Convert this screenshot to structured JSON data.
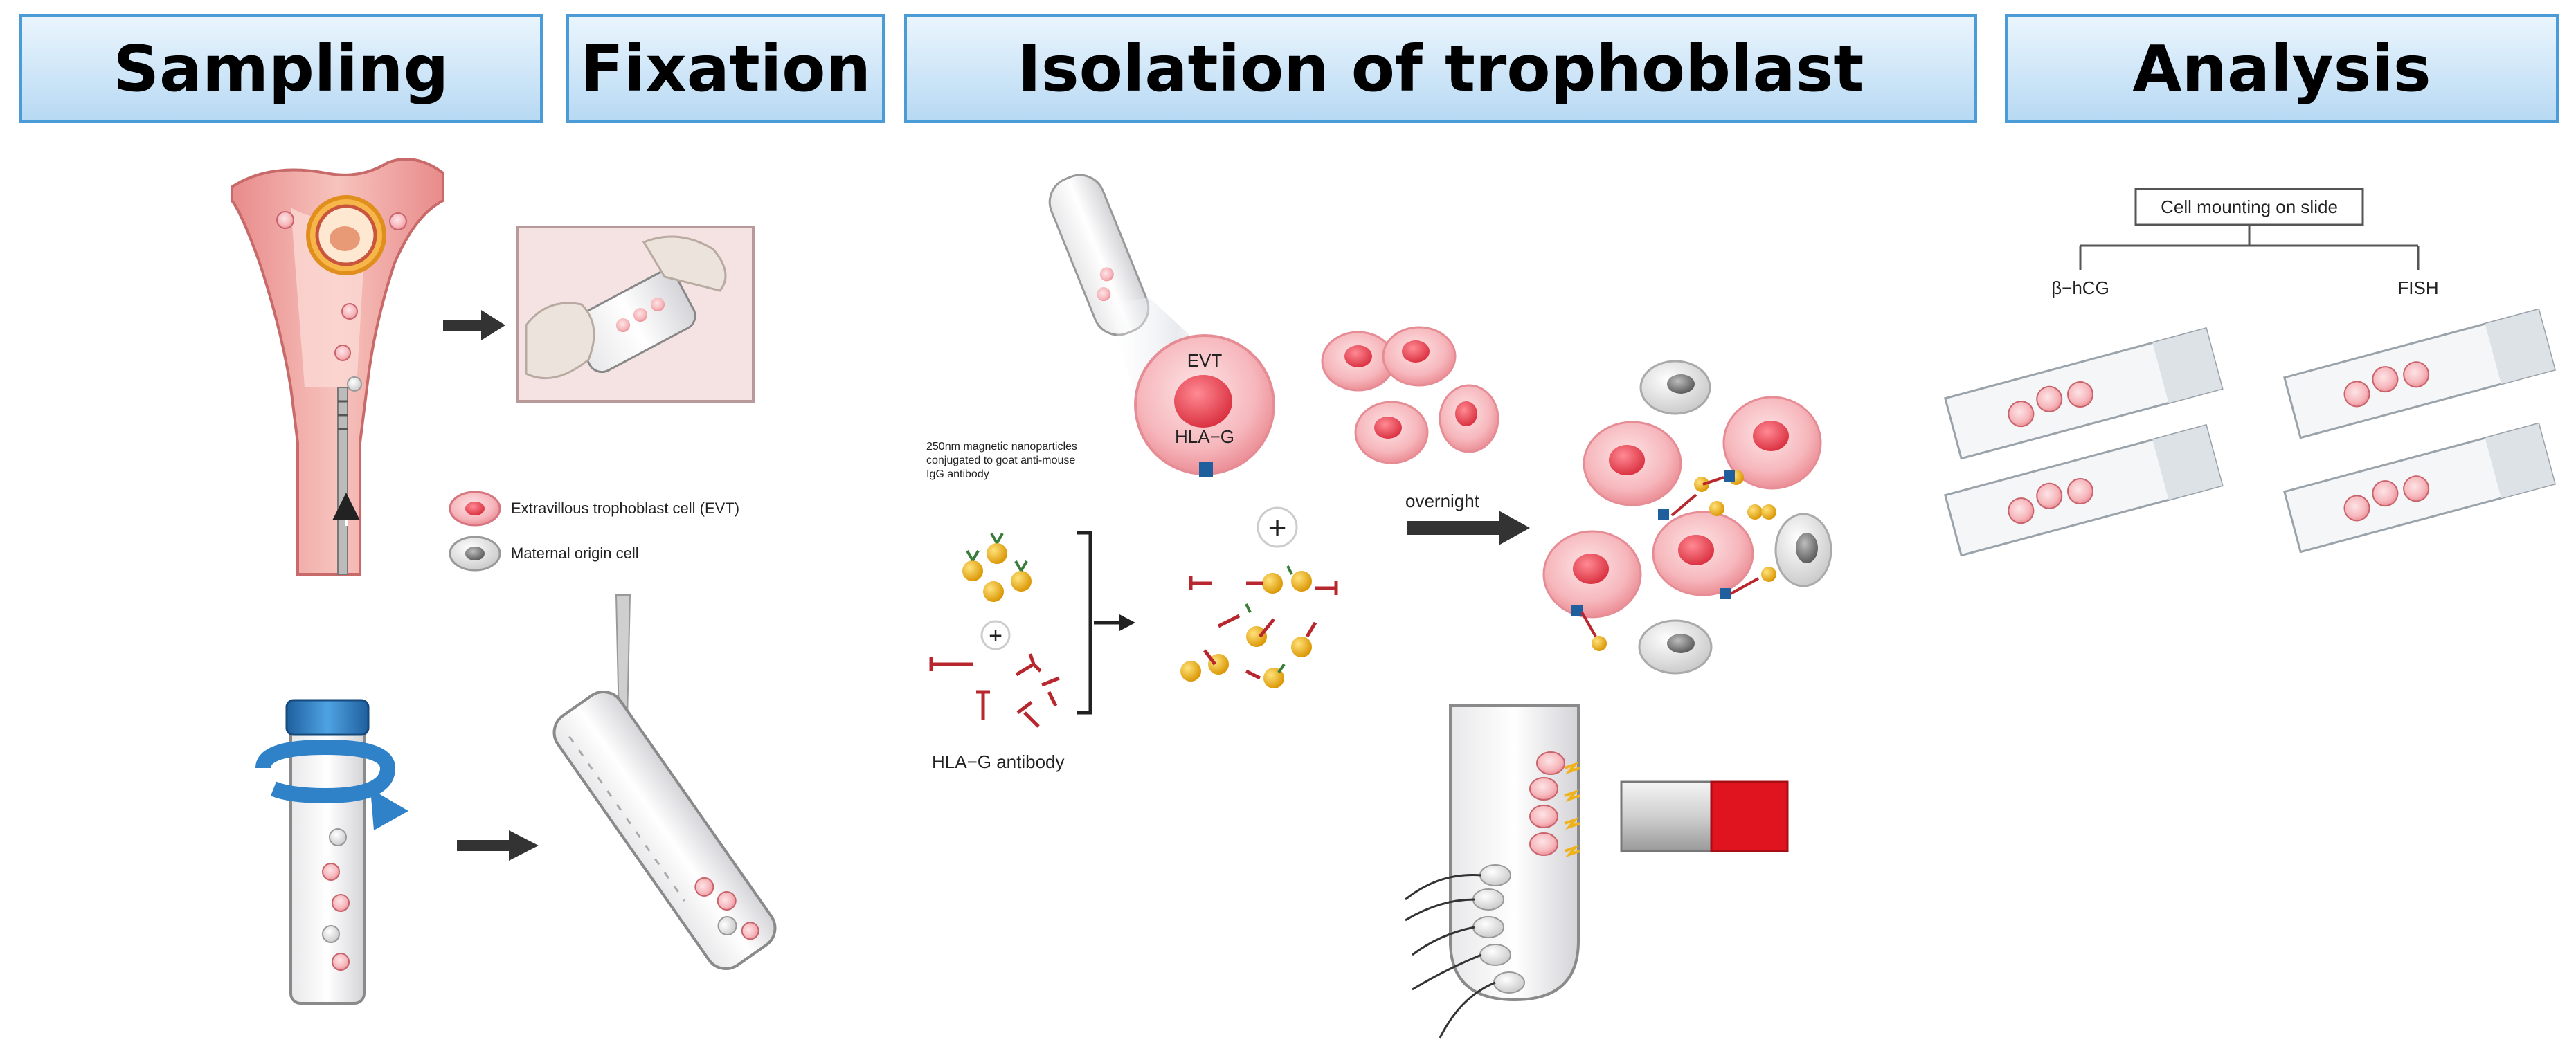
{
  "headers": {
    "sampling": "Sampling",
    "fixation": "Fixation",
    "isolation": "Isolation of trophoblast",
    "analysis": "Analysis"
  },
  "legend": {
    "evt": "Extravillous trophoblast cell (EVT)",
    "maternal": "Maternal origin cell"
  },
  "isolation": {
    "evt_label": "EVT",
    "hla_label": "HLA−G",
    "nanoparticle_note": [
      "250nm magnetic nanoparticles",
      "conjugated to goat anti-mouse",
      "IgG antibody"
    ],
    "plus_small": "+",
    "plus_large": "+",
    "antibody_label": "HLA−G antibody",
    "overnight_label": "overnight"
  },
  "analysis": {
    "mounting_box": "Cell mounting on slide",
    "left_branch": "β−hCG",
    "right_branch": "FISH"
  },
  "colors": {
    "header_border": "#4a9bd6",
    "header_fill": "#cfe6f8",
    "evt_cell": "#f2a0a6",
    "evt_nucleus": "#e8404f",
    "maternal_cell": "#d9d9d9",
    "gold_bead": "#f0b21a",
    "antibody_red": "#b8262e",
    "antibody_green": "#3a7d3a",
    "magnet_red": "#e0141e",
    "arrow": "#333333"
  }
}
